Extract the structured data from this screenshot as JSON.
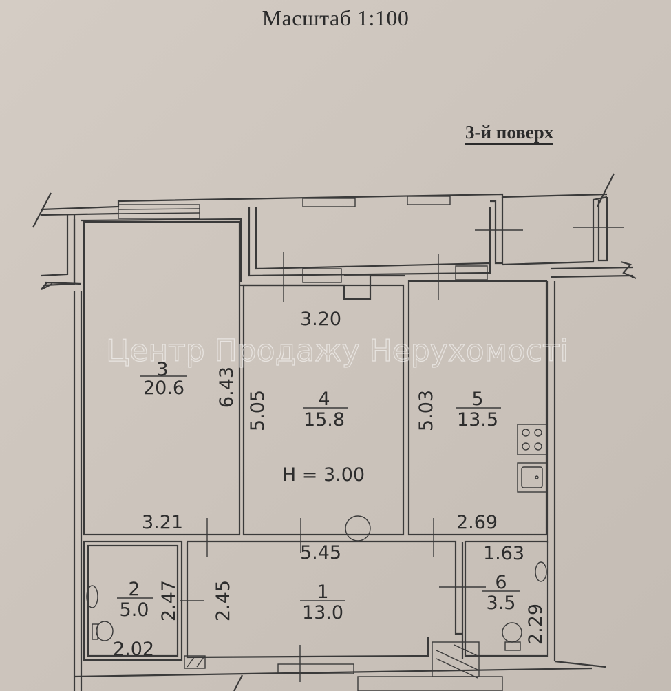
{
  "header": {
    "scale": "Масштаб 1:100",
    "floor": "3-й поверх"
  },
  "watermark": "Центр Продажу Нерухомості",
  "ceiling_height": "H = 3.00",
  "rooms": [
    {
      "number": "1",
      "area": "13.0",
      "dims": [
        "5.45",
        "2.45"
      ]
    },
    {
      "number": "2",
      "area": "5.0",
      "dims": [
        "2.47",
        "2.02"
      ]
    },
    {
      "number": "3",
      "area": "20.6",
      "dims": [
        "3.21",
        "6.43"
      ]
    },
    {
      "number": "4",
      "area": "15.8",
      "dims": [
        "3.20",
        "5.05"
      ]
    },
    {
      "number": "5",
      "area": "13.5",
      "dims": [
        "2.69",
        "5.03"
      ]
    },
    {
      "number": "6",
      "area": "3.5",
      "dims": [
        "1.63",
        "2.29"
      ]
    }
  ]
}
